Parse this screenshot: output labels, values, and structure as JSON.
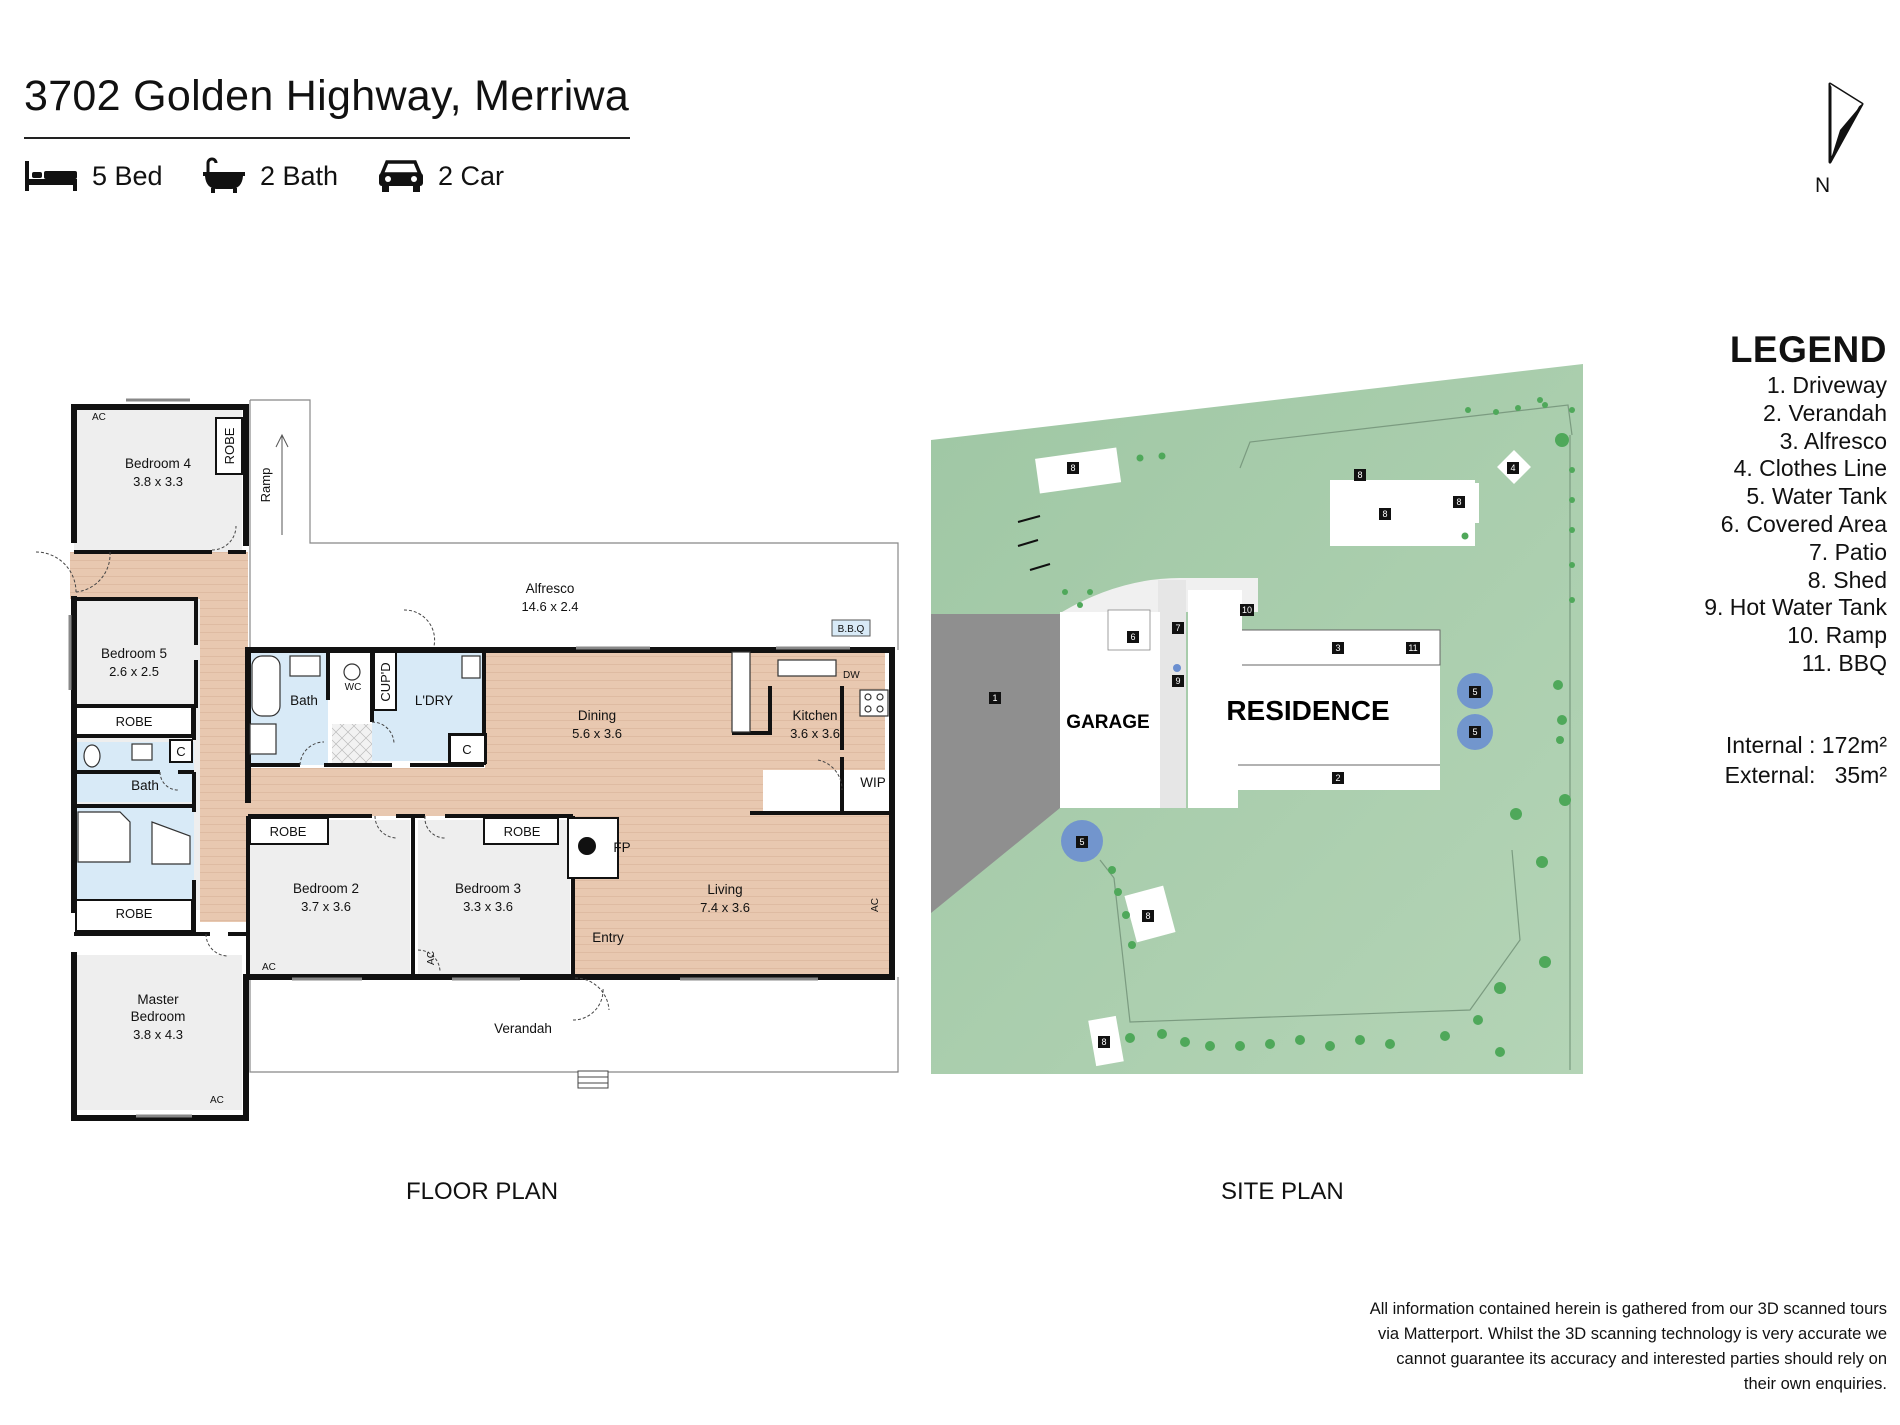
{
  "header": {
    "address": "3702 Golden Highway, Merriwa",
    "features": [
      {
        "icon": "bed-icon",
        "label": "5 Bed"
      },
      {
        "icon": "bathtub-icon",
        "label": "2 Bath"
      },
      {
        "icon": "car-icon",
        "label": "2 Car"
      }
    ]
  },
  "compass": {
    "label": "N"
  },
  "legend": {
    "title": "LEGEND",
    "items": [
      "1. Driveway",
      "2. Verandah",
      "3. Alfresco",
      "4. Clothes Line",
      "5. Water Tank",
      "6. Covered Area",
      "7. Patio",
      "8. Shed",
      "9. Hot Water Tank",
      "10. Ramp",
      "11. BBQ"
    ]
  },
  "areas": {
    "internal_label": "Internal :",
    "internal_value": "172m²",
    "external_label": "External:",
    "external_value": "35m²"
  },
  "floor_plan": {
    "caption": "FLOOR PLAN",
    "rooms": {
      "bedroom4": {
        "name": "Bedroom 4",
        "dims": "3.8 x 3.3"
      },
      "bedroom5": {
        "name": "Bedroom 5",
        "dims": "2.6 x 2.5"
      },
      "alfresco": {
        "name": "Alfresco",
        "dims": "14.6 x 2.4"
      },
      "dining": {
        "name": "Dining",
        "dims": "5.6 x 3.6"
      },
      "kitchen": {
        "name": "Kitchen",
        "dims": "3.6 x 3.6"
      },
      "bedroom2": {
        "name": "Bedroom 2",
        "dims": "3.7 x 3.6"
      },
      "bedroom3": {
        "name": "Bedroom 3",
        "dims": "3.3 x 3.6"
      },
      "living": {
        "name": "Living",
        "dims": "7.4 x 3.6"
      },
      "master": {
        "name1": "Master",
        "name2": "Bedroom",
        "dims": "3.8 x 4.3"
      }
    },
    "labels": {
      "robe": "ROBE",
      "ramp": "Ramp",
      "bath": "Bath",
      "wc": "WC",
      "cupd": "CUP'D",
      "ldry": "L'DRY",
      "c": "C",
      "wip": "WIP",
      "fp": "FP",
      "entry": "Entry",
      "verandah": "Verandah",
      "ac": "AC",
      "bbq": "B.B.Q",
      "dw": "DW"
    }
  },
  "site_plan": {
    "caption": "SITE PLAN",
    "garage": "GARAGE",
    "residence": "RESIDENCE",
    "markers": {
      "m1": "1",
      "m2": "2",
      "m3": "3",
      "m4": "4",
      "m5": "5",
      "m6": "6",
      "m7": "7",
      "m8": "8",
      "m9": "9",
      "m10": "10",
      "m11": "11"
    }
  },
  "disclaimer": "All information contained herein is gathered from our 3D scanned tours via Matterport. Whilst the 3D scanning technology is very accurate we cannot guarantee its accuracy and interested parties should rely on their own enquiries.",
  "colors": {
    "floor_wood": "#e8c8b0",
    "wet_area": "#d8eaf7",
    "lawn": "#a6ccaa",
    "driveway": "#8f8f8f",
    "water_tank": "#6b8fd0",
    "tree": "#4fa85a"
  }
}
